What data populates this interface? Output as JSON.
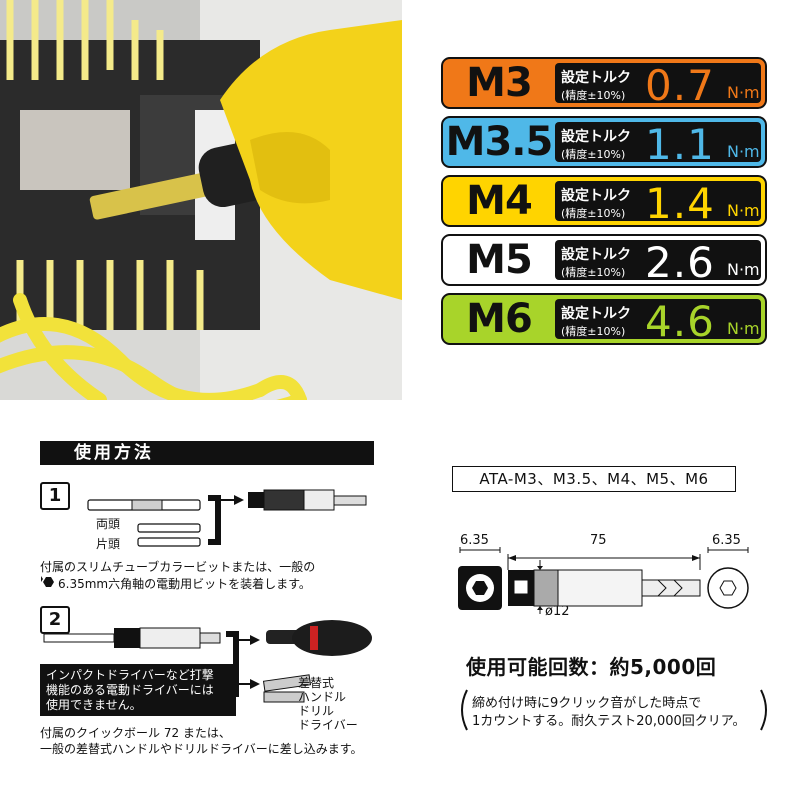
{
  "torque": {
    "label_line1": "設定トルク",
    "label_line2": "(精度±10%)",
    "unit": "N·m",
    "rows": [
      {
        "size": "M3",
        "value": "0.7",
        "color": "#f07818",
        "size_color": "#111111"
      },
      {
        "size": "M3.5",
        "value": "1.1",
        "color": "#4fb8e8",
        "size_color": "#111111"
      },
      {
        "size": "M4",
        "value": "1.4",
        "color": "#ffd400",
        "size_color": "#111111"
      },
      {
        "size": "M5",
        "value": "2.6",
        "color": "#ffffff",
        "size_color": "#111111"
      },
      {
        "size": "M6",
        "value": "4.6",
        "color": "#a8d42a",
        "size_color": "#111111"
      }
    ]
  },
  "usage": {
    "title": "使用方法",
    "step1": {
      "number": "1",
      "label_double": "両頭",
      "label_single": "片頭",
      "text_line1": "付属のスリムチューブカラービットまたは、一般の",
      "text_line2": "6.35mm六角軸の電動用ビットを装着します。"
    },
    "step2": {
      "number": "2",
      "warning_line1": "インパクトドライバーなど打撃",
      "warning_line2": "機能のある電動ドライバーには",
      "warning_line3": "使用できません。",
      "label_line1": "差替式",
      "label_line2": "ハンドル",
      "label_line3": "ドリル",
      "label_line4": "ドライバー",
      "text_line1": "付属のクイックボール 72 または、",
      "text_line2": "一般の差替式ハンドルやドリルドライバーに差し込みます。"
    }
  },
  "spec": {
    "models": "ATA-M3、M3.5、M4、M5、M6",
    "dim_left": "6.35",
    "dim_length": "75",
    "dim_right": "6.35",
    "dim_diameter": "ø12",
    "uses_title": "使用可能回数：約5,000回",
    "note_line1": "締め付け時に9クリック音がした時点で",
    "note_line2": "1カウントする。耐久テスト20,000回クリア。"
  },
  "colors": {
    "accent_yellow": "#ffd400",
    "accent_orange": "#f07818",
    "accent_blue": "#4fb8e8",
    "accent_green": "#a8d42a"
  }
}
